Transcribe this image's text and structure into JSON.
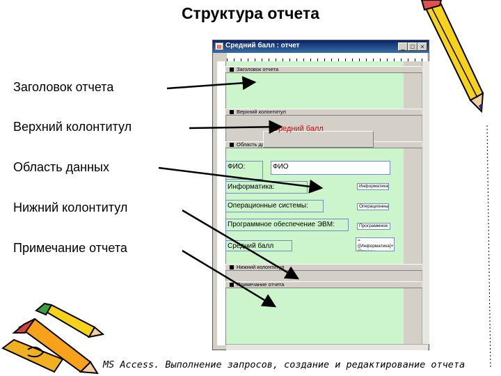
{
  "slide": {
    "title": "Структура отчета",
    "footer": "MS Access. Выполнение запросов, создание и редактирование отчета"
  },
  "callouts": [
    "Заголовок отчета",
    "Верхний колонтитул",
    "Область данных",
    "Нижний колонтитул",
    "Примечание отчета"
  ],
  "window": {
    "title": "Средний балл : отчет",
    "buttons": [
      "_",
      "□",
      "×"
    ]
  },
  "report": {
    "sections": [
      "Заголовок отчета",
      "Верхний колонтитул",
      "Область данных",
      "Нижний колонтитул",
      "Примечание отчета"
    ],
    "page_header_label": "Средний балл",
    "data_controls": {
      "fio_label": "ФИО:",
      "fio_field": "ФИО",
      "informatika_label": "Информатика:",
      "informatika_field": "Информатика",
      "os_label": "Операционные системы:",
      "os_field": "Операционные с",
      "po_label": "Программное обеспечение ЭВМ:",
      "po_field": "Программное",
      "avg_label": "Средний балл",
      "avg_field": "=([Информатика]+[Операц"
    }
  },
  "colors": {
    "section_bg": "#ccf5cc",
    "band_bg": "#d4d0c8",
    "titlebar": "#0a246a",
    "header_text": "#e00000"
  },
  "icons": [
    "pencil-icon",
    "pencils-icon",
    "arrow-icon"
  ]
}
